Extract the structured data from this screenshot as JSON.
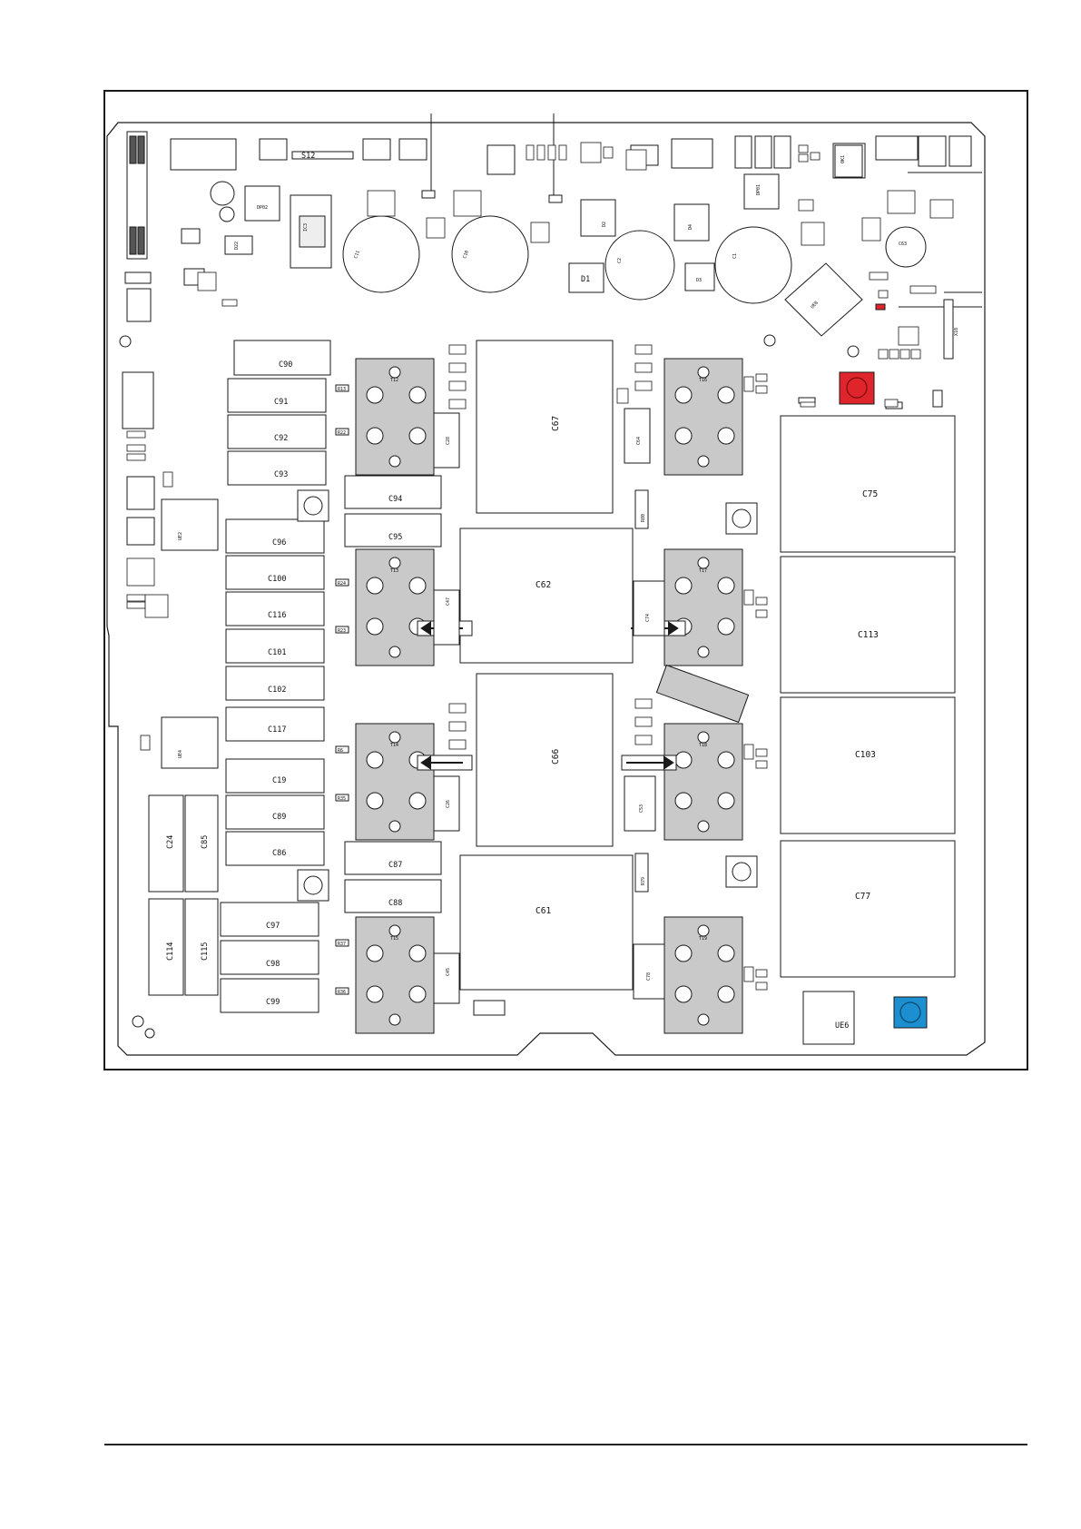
{
  "board_labels": {
    "top_connector": "S12",
    "capacitors_large": {
      "c67": "C67",
      "c62": "C62",
      "c66": "C66",
      "c61": "C61",
      "c75": "C75",
      "c113": "C113",
      "c103": "C103",
      "c77": "C77"
    },
    "capacitors_left": {
      "c90": "C90",
      "c91": "C91",
      "c92": "C92",
      "c93": "C93",
      "c96": "C96",
      "c100": "C100",
      "c116": "C116",
      "c101": "C101",
      "c102": "C102",
      "c117": "C117",
      "c19": "C19",
      "c89": "C89",
      "c86": "C86",
      "c97": "C97",
      "c98": "C98",
      "c99": "C99"
    },
    "capacitors_vertical": {
      "c24": "C24",
      "c85": "C85",
      "c114": "C114",
      "c115": "C115"
    },
    "capacitors_mid": {
      "c94": "C94",
      "c95": "C95",
      "c87": "C87",
      "c88": "C88"
    },
    "thin_capacitors": {
      "c28": "C28",
      "c47": "C47",
      "c26": "C26",
      "c45": "C45",
      "c64": "C64",
      "c74": "C74",
      "c53": "C53",
      "c78": "C78",
      "c63": "C63",
      "r80": "R80",
      "r79": "R79"
    },
    "transistors": {
      "t12": "T12",
      "t13": "T13",
      "t14": "T14",
      "t15": "T15",
      "t16": "T16",
      "t17": "T17",
      "t18": "T18",
      "t19": "T19"
    },
    "diodes": {
      "d1": "D1",
      "d2": "D2",
      "d3": "D3",
      "d4": "D4"
    },
    "electrolytics": {
      "c11": "C11",
      "c10": "C10",
      "c2": "C2",
      "c1": "C1"
    },
    "modules": {
      "ue2": "UE2",
      "ue4": "UE4",
      "ue6": "UE6",
      "ue8": "UE8",
      "x10": "X10"
    },
    "small_ics": {
      "dp02": "DP02",
      "dp01": "DP01",
      "ic": "IC3",
      "ok1": "OK1",
      "d22": "D22"
    },
    "resistors_left": {
      "r13": "R13",
      "r22": "R22",
      "r24": "R24",
      "r23": "R23",
      "r6": "R6",
      "r35": "R35",
      "r37": "R37",
      "r36": "R36"
    }
  },
  "colors": {
    "board_outline": "#1a1a1a",
    "heatsink_fill": "#c9c9c9",
    "red_button": "#e0242b",
    "blue_button": "#1c8fd0",
    "pad_fill": "#d8d8d8"
  }
}
